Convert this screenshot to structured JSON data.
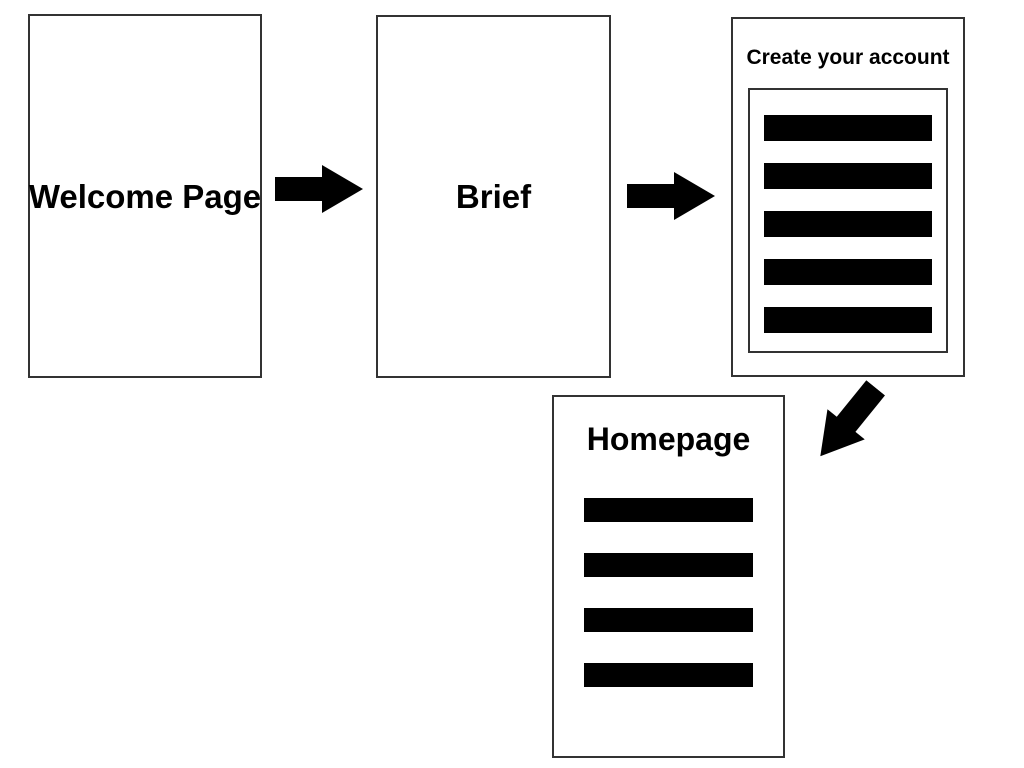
{
  "diagram": {
    "nodes": {
      "welcome": {
        "label": "Welcome Page"
      },
      "brief": {
        "label": "Brief"
      },
      "create_account": {
        "label": "Create your account",
        "placeholder_bars": 5
      },
      "homepage": {
        "label": "Homepage",
        "placeholder_bars": 4
      }
    },
    "connections": [
      {
        "from": "welcome",
        "to": "brief",
        "direction": "right"
      },
      {
        "from": "brief",
        "to": "create_account",
        "direction": "right"
      },
      {
        "from": "create_account",
        "to": "homepage",
        "direction": "down-left"
      }
    ],
    "colors": {
      "background": "#ffffff",
      "box_border": "#333333",
      "bar_fill": "#000000",
      "arrow_fill": "#000000",
      "text": "#000000"
    }
  }
}
